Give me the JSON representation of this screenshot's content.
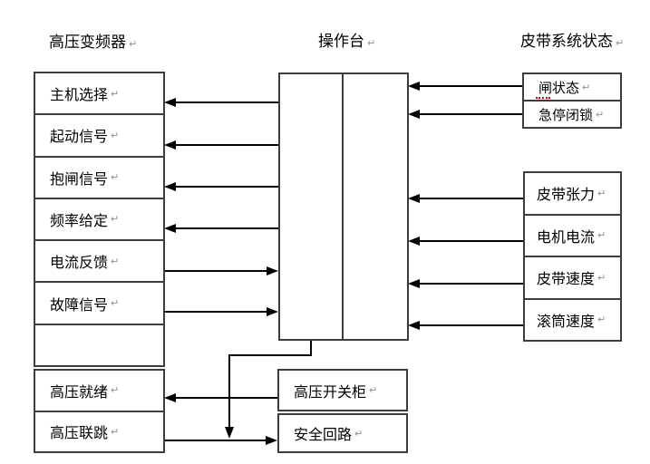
{
  "meta": {
    "paragraph_mark": "↵",
    "background": "#ffffff",
    "box_border_color": "#3d3d3d",
    "arrow_color": "#000000",
    "spellcheck_squiggle_color": "#dd0000"
  },
  "titles": {
    "left": "高压变频器",
    "center": "操作台",
    "right": "皮带系统状态"
  },
  "left_column": {
    "rows": [
      "主机选择",
      "起动信号",
      "抱闸信号",
      "频率给定",
      "电流反馈",
      "故障信号",
      ""
    ],
    "rows_bottom": [
      "高压就绪",
      "高压联跳"
    ]
  },
  "right_column": {
    "group_top": [
      "闸状态",
      "急停闭锁"
    ],
    "group_bottom": [
      "皮带张力",
      "电机电流",
      "皮带速度",
      "滚筒速度"
    ]
  },
  "bottom_center": {
    "rows": [
      "高压开关柜",
      "安全回路"
    ]
  },
  "connections": [
    {
      "from": "操作台",
      "to": "主机选择"
    },
    {
      "from": "操作台",
      "to": "起动信号"
    },
    {
      "from": "操作台",
      "to": "抱闸信号"
    },
    {
      "from": "操作台",
      "to": "频率给定"
    },
    {
      "from": "电流反馈",
      "to": "操作台"
    },
    {
      "from": "故障信号",
      "to": "操作台"
    },
    {
      "from": "闸状态",
      "to": "操作台"
    },
    {
      "from": "急停闭锁",
      "to": "操作台"
    },
    {
      "from": "皮带张力",
      "to": "操作台"
    },
    {
      "from": "电机电流",
      "to": "操作台"
    },
    {
      "from": "皮带速度",
      "to": "操作台"
    },
    {
      "from": "滚筒速度",
      "to": "操作台"
    },
    {
      "from": "操作台",
      "to": "安全回路"
    },
    {
      "from": "高压开关柜",
      "to": "高压就绪"
    },
    {
      "from": "高压联跳",
      "to": "安全回路"
    }
  ]
}
